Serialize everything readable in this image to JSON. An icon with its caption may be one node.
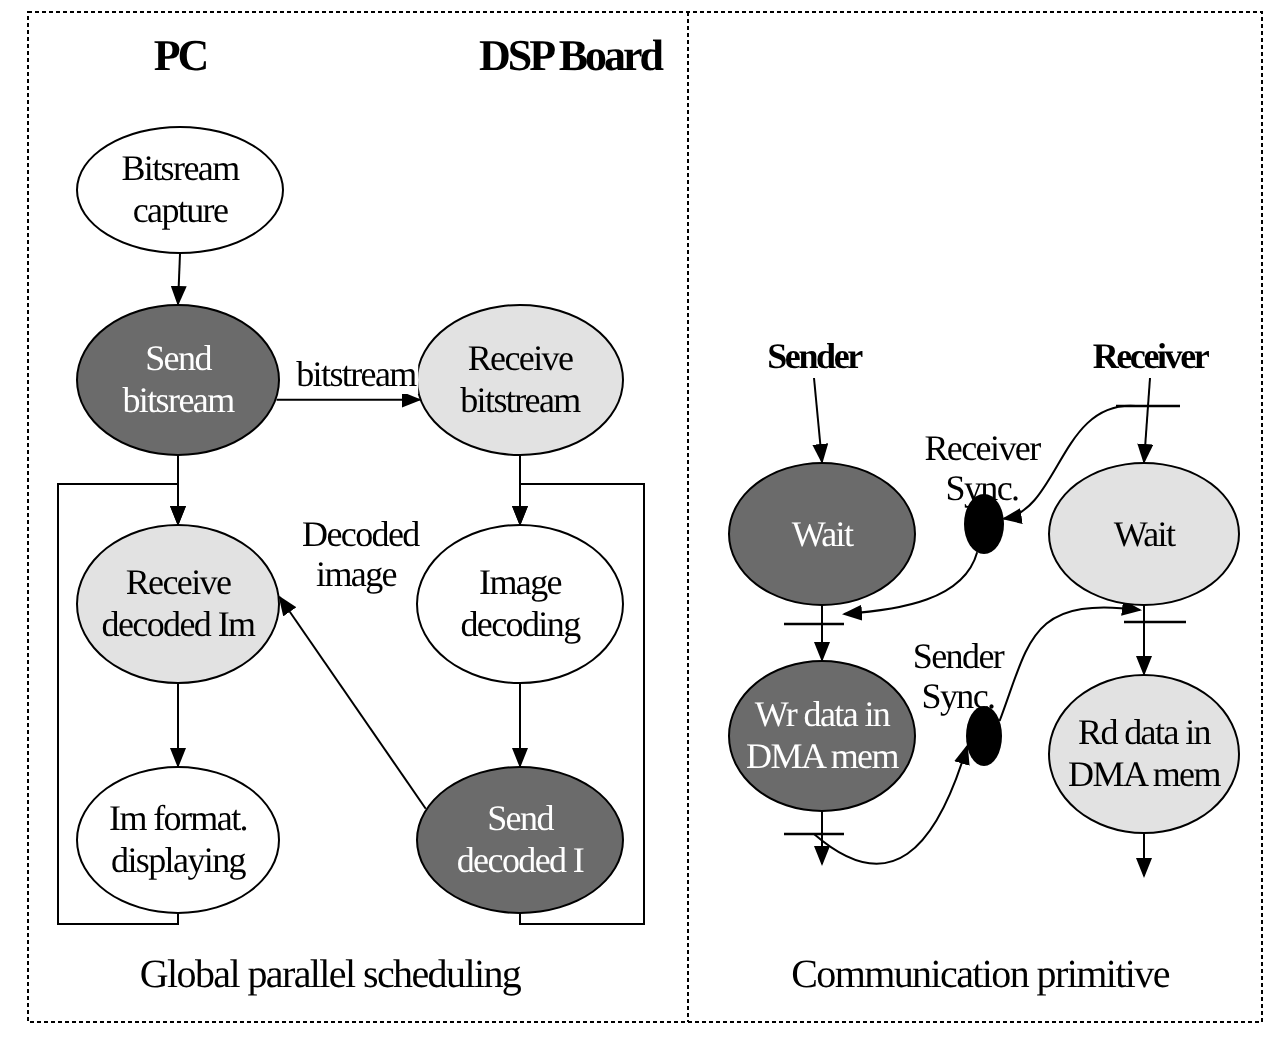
{
  "diagram": {
    "nodes": [
      {
        "text": [
          "Bitsream capture"
        ]
      },
      {
        "text": [
          "Send bitsream"
        ]
      },
      {
        "text": [
          "Receive bitstream"
        ]
      },
      {
        "text": [
          "Receive decoded Im"
        ]
      },
      {
        "text": [
          "Image decoding"
        ]
      },
      {
        "text": [
          "Im format. displaying"
        ]
      },
      {
        "text": [
          "Send decoded I"
        ]
      },
      {
        "text": [
          "Sender"
        ]
      },
      {
        "text": [
          "Receiver"
        ]
      },
      {
        "text": [
          "Wait"
        ]
      },
      {
        "text": [],
        "shape": "circle",
        "beside": [
          "Receiver Sync."
        ]
      },
      {
        "text": [
          "Wait"
        ]
      },
      {
        "text": [
          "Wr data in DMA mem"
        ]
      },
      {
        "text": [],
        "shape": "circle",
        "beside": [
          "Sender Sync."
        ]
      },
      {
        "text": [
          "Rd data in DMA mem"
        ]
      }
    ],
    "edges": [
      {
        "from": 0,
        "to": 1,
        "arrow": "to"
      },
      {
        "from": 1,
        "to": 2,
        "arrow": "to",
        "label": "bitstream"
      },
      {
        "from": 1,
        "to": 3,
        "arrow": "to"
      },
      {
        "from": 5,
        "to": 3,
        "arrow": "to"
      },
      {
        "from": 2,
        "to": 4,
        "arrow": "to"
      },
      {
        "from": 6,
        "to": 4,
        "arrow": "to"
      },
      {
        "from": 3,
        "to": 5,
        "arrow": "to"
      },
      {
        "from": 4,
        "to": 6,
        "arrow": "to"
      },
      {
        "from": 6,
        "to": 3,
        "arrow": "to",
        "label": "Decoded image"
      },
      {
        "from": 7,
        "to": 9,
        "arrow": "to"
      },
      {
        "from": 8,
        "to": 11,
        "arrow": "to"
      },
      {
        "from": 9,
        "to": 12,
        "arrow": "to"
      },
      {
        "from": 11,
        "to": 14,
        "arrow": "to"
      },
      {
        "from": 12,
        "to": null,
        "arrow": "to"
      },
      {
        "from": 14,
        "to": null,
        "arrow": "to"
      },
      {
        "from": 8,
        "to": 10,
        "arrow": "to"
      },
      {
        "from": 10,
        "to": 9,
        "arrow": "to"
      },
      {
        "from": 12,
        "to": 13,
        "arrow": "to"
      },
      {
        "from": 13,
        "to": 11,
        "arrow": "to"
      }
    ],
    "labels": [
      "PC",
      "DSP Board",
      "Global parallel scheduling",
      "Communication primitive"
    ]
  }
}
